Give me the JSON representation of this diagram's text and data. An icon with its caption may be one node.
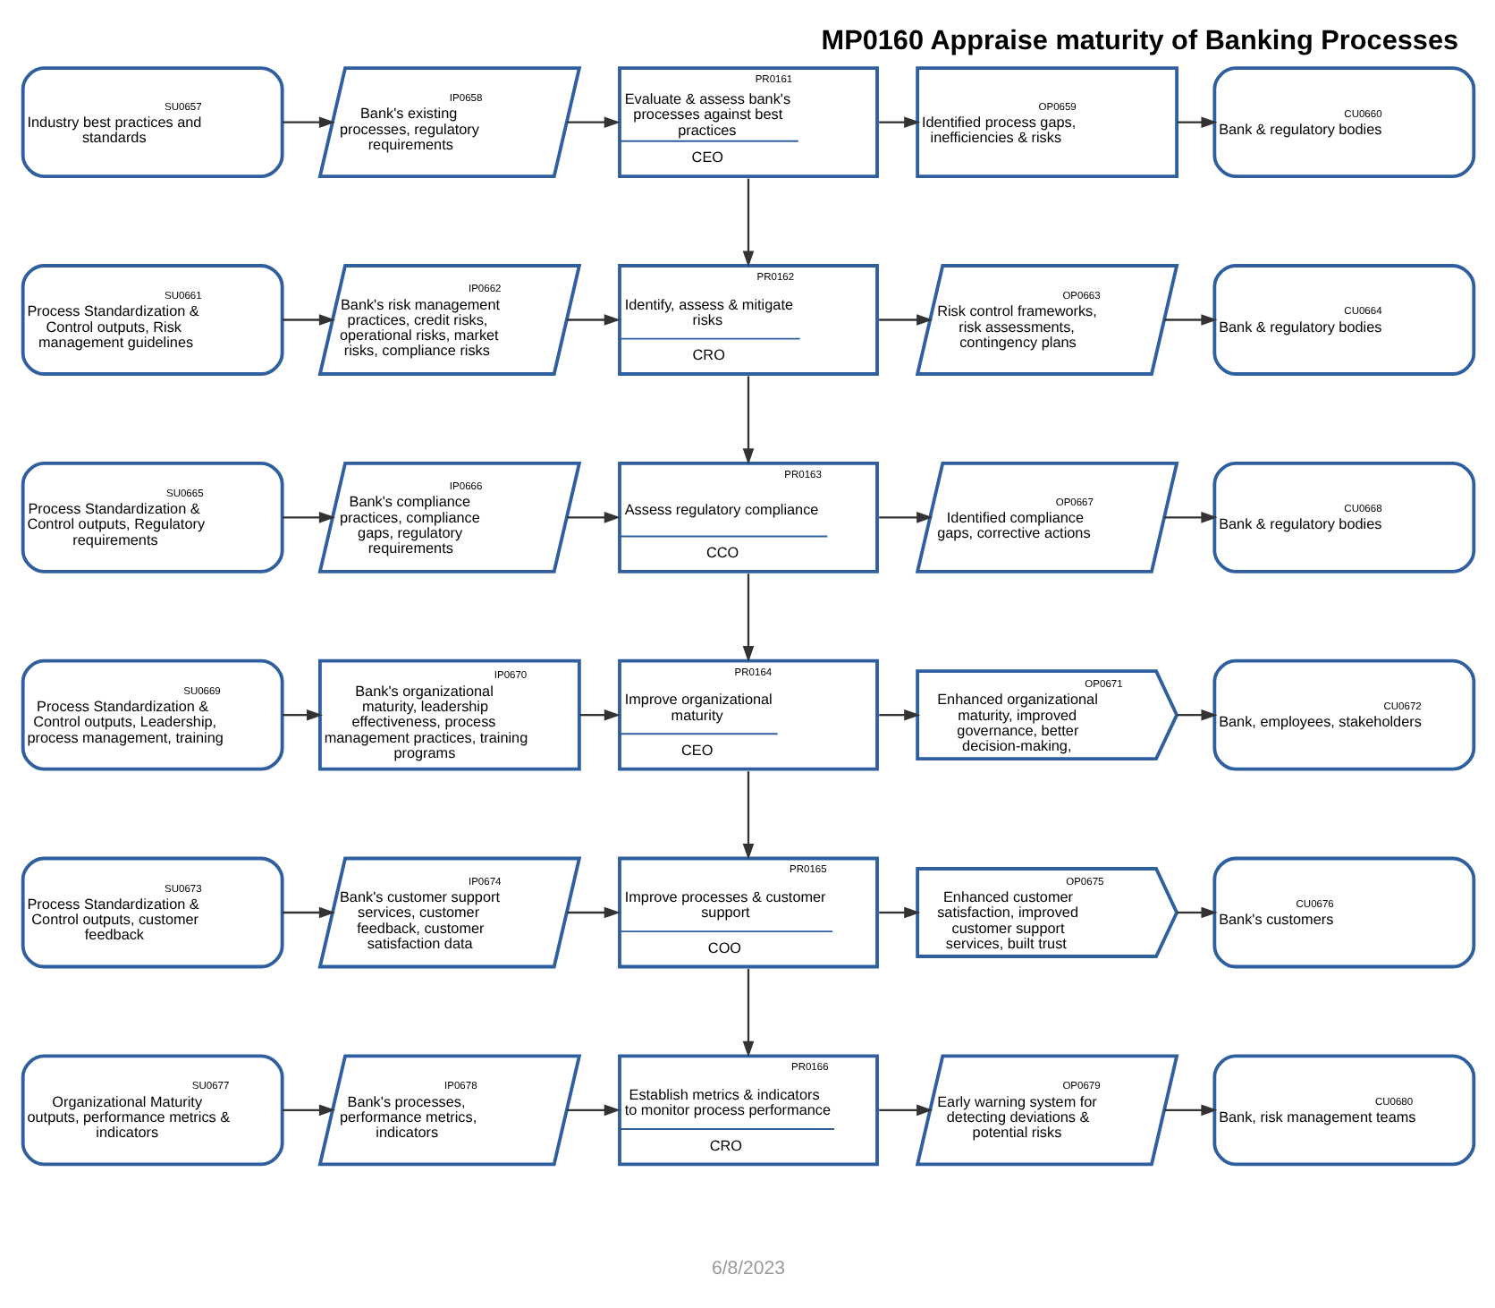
{
  "diagram": {
    "title": "MP0160 Appraise maturity of Banking Processes",
    "nodes": [
      {
        "text": [
          "SU0657",
          "Industry best practices and standards"
        ]
      },
      {
        "text": [
          "IP0658",
          "Bank's existing processes, regulatory requirements"
        ]
      },
      {
        "text": [
          "PR0161",
          "Evaluate & assess bank's processes against best practices",
          "CEO"
        ]
      },
      {
        "text": [
          "OP0659",
          "Identified process gaps, inefficiencies & risks"
        ]
      },
      {
        "text": [
          "CU0660",
          "Bank & regulatory bodies"
        ]
      },
      {
        "text": [
          "SU0661",
          "Process Standardization & Control outputs, Risk management guidelines"
        ]
      },
      {
        "text": [
          "IP0662",
          "Bank's risk management practices, credit risks, operational risks, market risks, compliance risks"
        ]
      },
      {
        "text": [
          "PR0162",
          "Identify, assess & mitigate risks",
          "CRO"
        ]
      },
      {
        "text": [
          "OP0663",
          "Risk control frameworks, risk assessments, contingency plans"
        ]
      },
      {
        "text": [
          "CU0664",
          "Bank & regulatory bodies"
        ]
      },
      {
        "text": [
          "SU0665",
          "Process Standardization & Control outputs, Regulatory requirements"
        ]
      },
      {
        "text": [
          "IP0666",
          "Bank's compliance practices, compliance gaps, regulatory requirements"
        ]
      },
      {
        "text": [
          "PR0163",
          "Assess regulatory compliance",
          "CCO"
        ]
      },
      {
        "text": [
          "OP0667",
          "Identified compliance gaps, corrective actions"
        ]
      },
      {
        "text": [
          "CU0668",
          "Bank & regulatory bodies"
        ]
      },
      {
        "text": [
          "SU0669",
          "Process Standardization & Control outputs, Leadership, process management, training"
        ]
      },
      {
        "text": [
          "IP0670",
          "Bank's organizational maturity, leadership effectiveness, process management practices, training programs"
        ]
      },
      {
        "text": [
          "PR0164",
          "Improve organizational maturity",
          "CEO"
        ]
      },
      {
        "text": [
          "OP0671",
          "Enhanced organizational maturity, improved governance, better decision-making,"
        ]
      },
      {
        "text": [
          "CU0672",
          "Bank, employees, stakeholders"
        ]
      },
      {
        "text": [
          "SU0673",
          "Process Standardization & Control outputs, customer feedback"
        ]
      },
      {
        "text": [
          "IP0674",
          "Bank's customer support services, customer feedback, customer satisfaction data"
        ]
      },
      {
        "text": [
          "PR0165",
          "Improve processes & customer support",
          "COO"
        ]
      },
      {
        "text": [
          "OP0675",
          "Enhanced customer satisfaction, improved customer support services, built trust"
        ]
      },
      {
        "text": [
          "CU0676",
          "Bank's customers"
        ]
      },
      {
        "text": [
          "SU0677",
          "Organizational Maturity outputs, performance metrics & indicators"
        ]
      },
      {
        "text": [
          "IP0678",
          "Bank's processes, performance metrics, indicators"
        ]
      },
      {
        "text": [
          "PR0166",
          "Establish metrics & indicators to monitor process performance",
          "CRO"
        ]
      },
      {
        "text": [
          "OP0679",
          "Early warning system for detecting deviations & potential risks"
        ]
      },
      {
        "text": [
          "CU0680",
          "Bank, risk management teams"
        ]
      }
    ],
    "edges": [
      {
        "from": 0,
        "to": 1,
        "arrow": "to"
      },
      {
        "from": 1,
        "to": 2,
        "arrow": "to"
      },
      {
        "from": 2,
        "to": 3,
        "arrow": "to"
      },
      {
        "from": 3,
        "to": 4,
        "arrow": "to"
      },
      {
        "from": 2,
        "to": 7,
        "arrow": "to"
      },
      {
        "from": 5,
        "to": 6,
        "arrow": "to"
      },
      {
        "from": 6,
        "to": 7,
        "arrow": "to"
      },
      {
        "from": 7,
        "to": 8,
        "arrow": "to"
      },
      {
        "from": 8,
        "to": 9,
        "arrow": "to"
      },
      {
        "from": 7,
        "to": 12,
        "arrow": "to"
      },
      {
        "from": 10,
        "to": 11,
        "arrow": "to"
      },
      {
        "from": 11,
        "to": 12,
        "arrow": "to"
      },
      {
        "from": 12,
        "to": 13,
        "arrow": "to"
      },
      {
        "from": 13,
        "to": 14,
        "arrow": "to"
      },
      {
        "from": 12,
        "to": 17,
        "arrow": "to"
      },
      {
        "from": 15,
        "to": 16,
        "arrow": "to"
      },
      {
        "from": 16,
        "to": 17,
        "arrow": "to"
      },
      {
        "from": 17,
        "to": 18,
        "arrow": "to"
      },
      {
        "from": 18,
        "to": 19,
        "arrow": "to"
      },
      {
        "from": 17,
        "to": 22,
        "arrow": "to"
      },
      {
        "from": 20,
        "to": 21,
        "arrow": "to"
      },
      {
        "from": 21,
        "to": 22,
        "arrow": "to"
      },
      {
        "from": 22,
        "to": 23,
        "arrow": "to"
      },
      {
        "from": 23,
        "to": 24,
        "arrow": "to"
      },
      {
        "from": 22,
        "to": 27,
        "arrow": "to"
      },
      {
        "from": 25,
        "to": 26,
        "arrow": "to"
      },
      {
        "from": 26,
        "to": 27,
        "arrow": "to"
      },
      {
        "from": 27,
        "to": 28,
        "arrow": "to"
      },
      {
        "from": 28,
        "to": 29,
        "arrow": "to"
      }
    ],
    "labels": [
      "6/8/2023"
    ]
  }
}
